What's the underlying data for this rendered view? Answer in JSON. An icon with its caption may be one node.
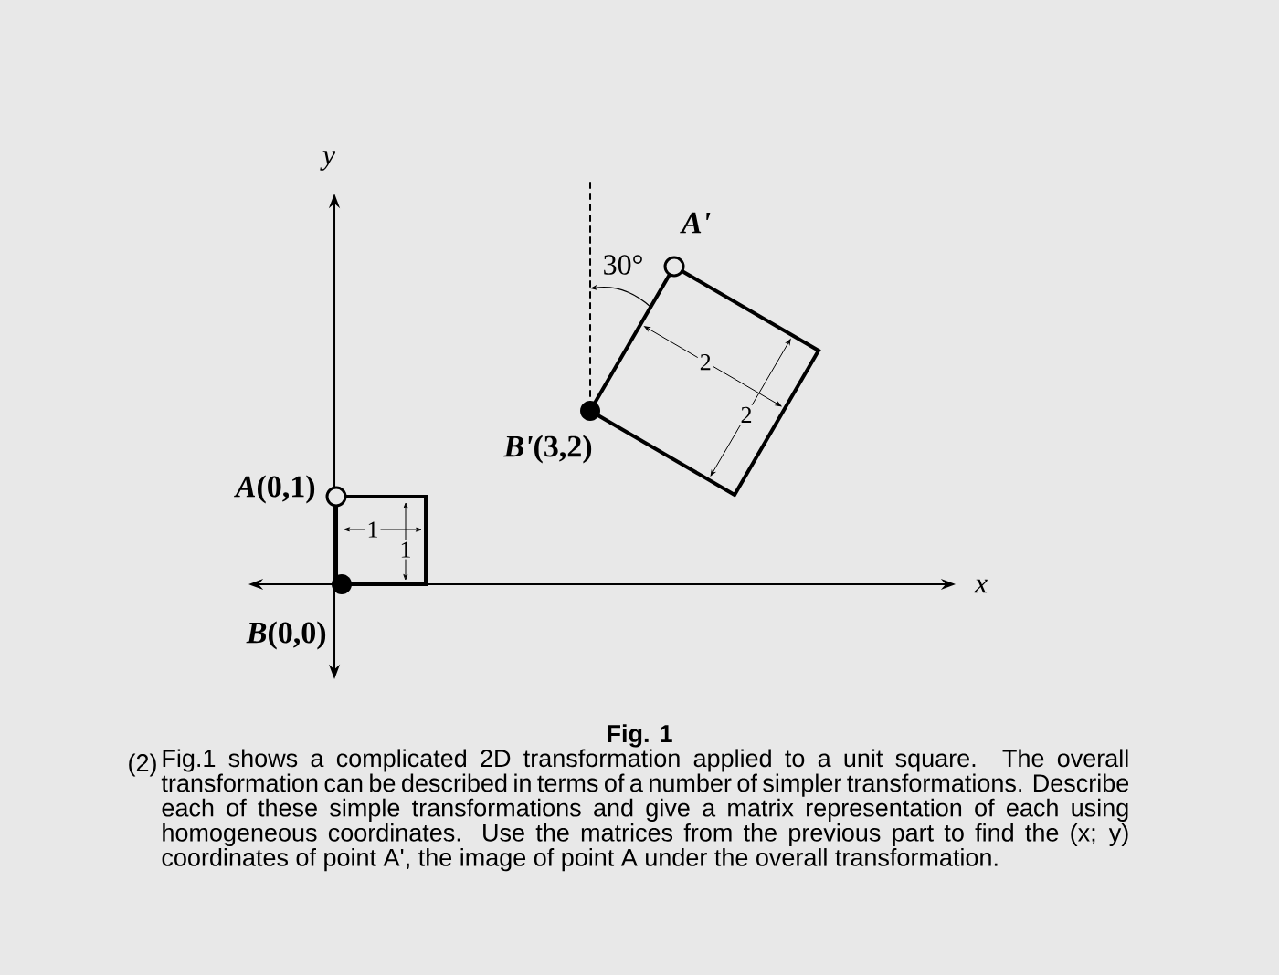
{
  "diagram": {
    "caption": "Fig. 1",
    "labels": [
      "y",
      "x",
      "*A*(0,1)",
      "*B*(0,0)",
      "*B'*(3,2)",
      "*A'*",
      "30°",
      "1",
      "1",
      "2",
      "2",
      "(2)",
      "Fig.1 shows a complicated 2D transformation applied to a unit square. The overall transformation can be described in terms of a number of simpler transformations. Describe each of these simple transformations and give a matrix representation of each using homogeneous coordinates. Use the matrices from the previous part to find the (x; y) coordinates of point A', the image of point A under the overall transformation."
    ]
  }
}
